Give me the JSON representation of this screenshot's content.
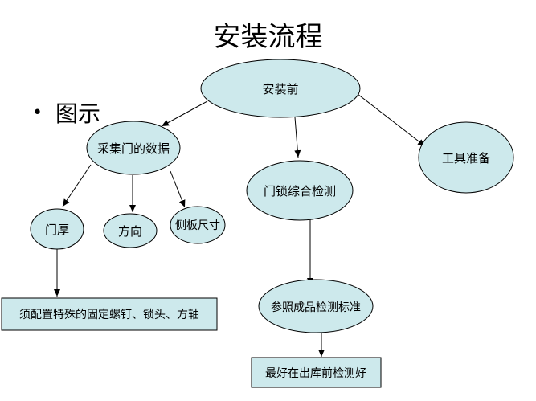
{
  "title": "安装流程",
  "bullet": "图示",
  "colors": {
    "node_fill": "#cde9ec",
    "stroke": "#000000"
  },
  "nodes": {
    "pre_install": "安装前",
    "collect_data": "采集门的数据",
    "tool_prep": "工具准备",
    "lock_test": "门锁综合检测",
    "door_thickness": "门厚",
    "direction": "方向",
    "side_panel": "侧板尺寸",
    "screws_note": "须配置特殊的固定螺钉、锁头、方轴",
    "ref_standard": "参照成品检测标准",
    "test_before_ship": "最好在出库前检测好"
  }
}
